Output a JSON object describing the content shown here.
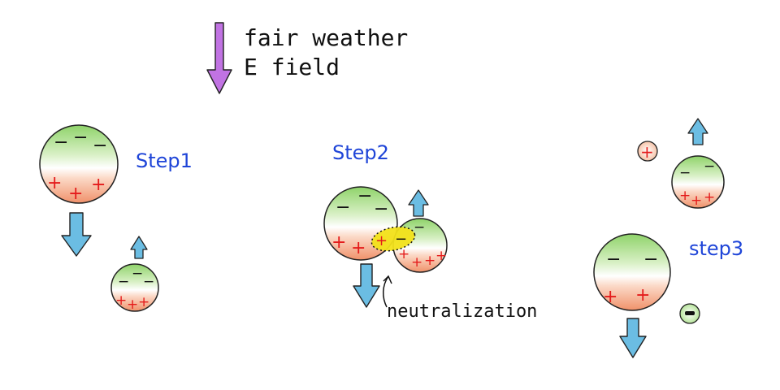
{
  "title": {
    "line1": "fair weather",
    "line2": "E field"
  },
  "steps": {
    "step1": "Step1",
    "step2": "Step2",
    "step3": "step3"
  },
  "annotation": {
    "neutralization": "neutralization"
  },
  "symbols": {
    "plus": "+",
    "minus": "−"
  },
  "colors": {
    "field_arrow": "#c173e3",
    "motion_arrow": "#6bbde3",
    "negative_region": "#8fd36a",
    "positive_region": "#f0916a",
    "plus_sign": "#e41b1b",
    "label_blue": "#1f45d8",
    "neutral_patch": "#f2e21a"
  }
}
